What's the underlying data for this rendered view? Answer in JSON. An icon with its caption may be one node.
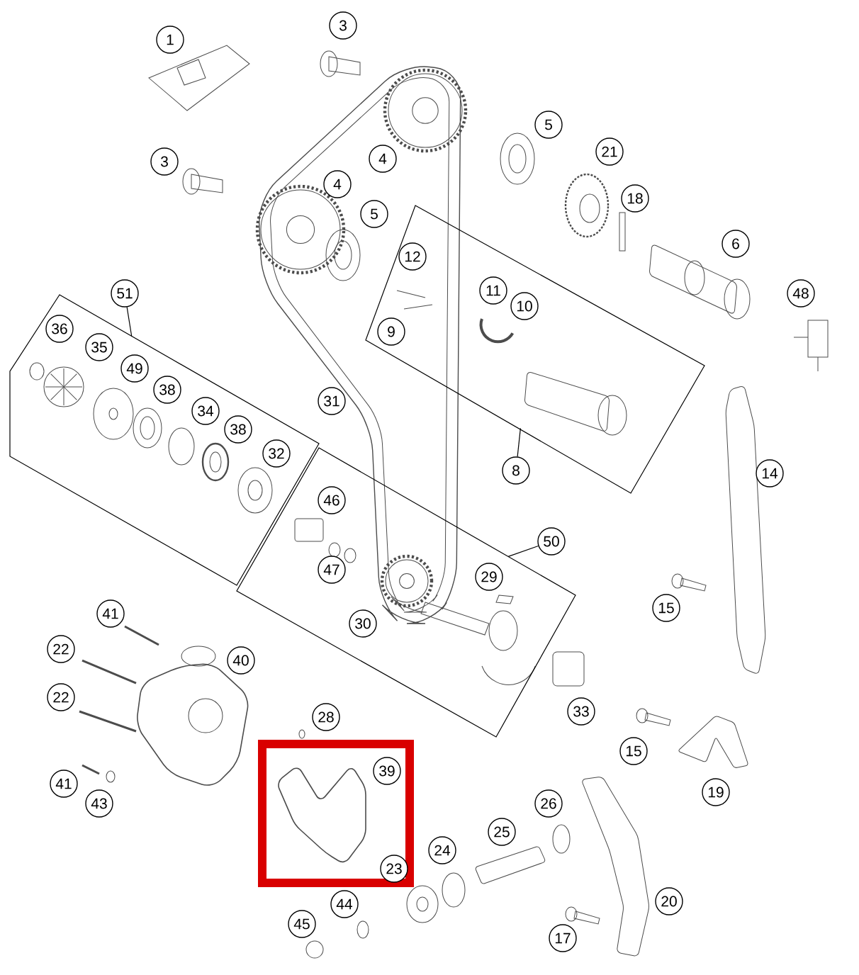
{
  "diagram": {
    "nodes": [
      {
        "text": [
          "1"
        ]
      },
      {
        "text": [
          "3"
        ]
      },
      {
        "text": [
          "3"
        ]
      },
      {
        "text": [
          "4"
        ]
      },
      {
        "text": [
          "4"
        ]
      },
      {
        "text": [
          "5"
        ]
      },
      {
        "text": [
          "5"
        ]
      },
      {
        "text": [
          "21"
        ]
      },
      {
        "text": [
          "18"
        ]
      },
      {
        "text": [
          "6"
        ]
      },
      {
        "text": [],
        "shape": "box"
      },
      {
        "text": [
          "12"
        ],
        "in": 10
      },
      {
        "text": [
          "11"
        ],
        "in": 10
      },
      {
        "text": [
          "10"
        ],
        "in": 10
      },
      {
        "text": [
          "9"
        ],
        "in": 10
      },
      {
        "text": [
          "48"
        ]
      },
      {
        "text": [
          "51"
        ]
      },
      {
        "text": [],
        "shape": "box"
      },
      {
        "text": [
          "36"
        ],
        "in": 17
      },
      {
        "text": [
          "35"
        ],
        "in": 17
      },
      {
        "text": [
          "49"
        ],
        "in": 17
      },
      {
        "text": [
          "38"
        ],
        "in": 17
      },
      {
        "text": [
          "34"
        ],
        "in": 17
      },
      {
        "text": [
          "38"
        ],
        "in": 17
      },
      {
        "text": [
          "32"
        ],
        "in": 17
      },
      {
        "text": [
          "31"
        ]
      },
      {
        "text": [
          "8"
        ]
      },
      {
        "text": [
          "14"
        ]
      },
      {
        "text": [],
        "shape": "box"
      },
      {
        "text": [
          "46"
        ],
        "in": 28
      },
      {
        "text": [
          "47"
        ],
        "in": 28
      },
      {
        "text": [
          "50"
        ]
      },
      {
        "text": [
          "29"
        ],
        "in": 28
      },
      {
        "text": [
          "30"
        ],
        "in": 28
      },
      {
        "text": [
          "15"
        ]
      },
      {
        "text": [
          "41"
        ]
      },
      {
        "text": [
          "22"
        ]
      },
      {
        "text": [
          "40"
        ]
      },
      {
        "text": [
          "33"
        ]
      },
      {
        "text": [
          "22"
        ]
      },
      {
        "text": [
          "28"
        ]
      },
      {
        "text": [
          "15"
        ]
      },
      {
        "text": [
          "19"
        ]
      },
      {
        "text": [],
        "shape": "box"
      },
      {
        "text": [
          "39"
        ],
        "in": 43
      },
      {
        "text": [
          "41"
        ]
      },
      {
        "text": [
          "43"
        ]
      },
      {
        "text": [
          "26"
        ]
      },
      {
        "text": [
          "25"
        ]
      },
      {
        "text": [
          "24"
        ]
      },
      {
        "text": [
          "23"
        ],
        "in": 43
      },
      {
        "text": [
          "20"
        ]
      },
      {
        "text": [
          "44"
        ]
      },
      {
        "text": [
          "45"
        ]
      },
      {
        "text": [
          "17"
        ]
      }
    ],
    "edges": [
      {
        "from": 16,
        "to": 17,
        "arrow": "none"
      },
      {
        "from": 26,
        "to": 10,
        "arrow": "none"
      },
      {
        "from": 31,
        "to": 28,
        "arrow": "none"
      }
    ]
  }
}
